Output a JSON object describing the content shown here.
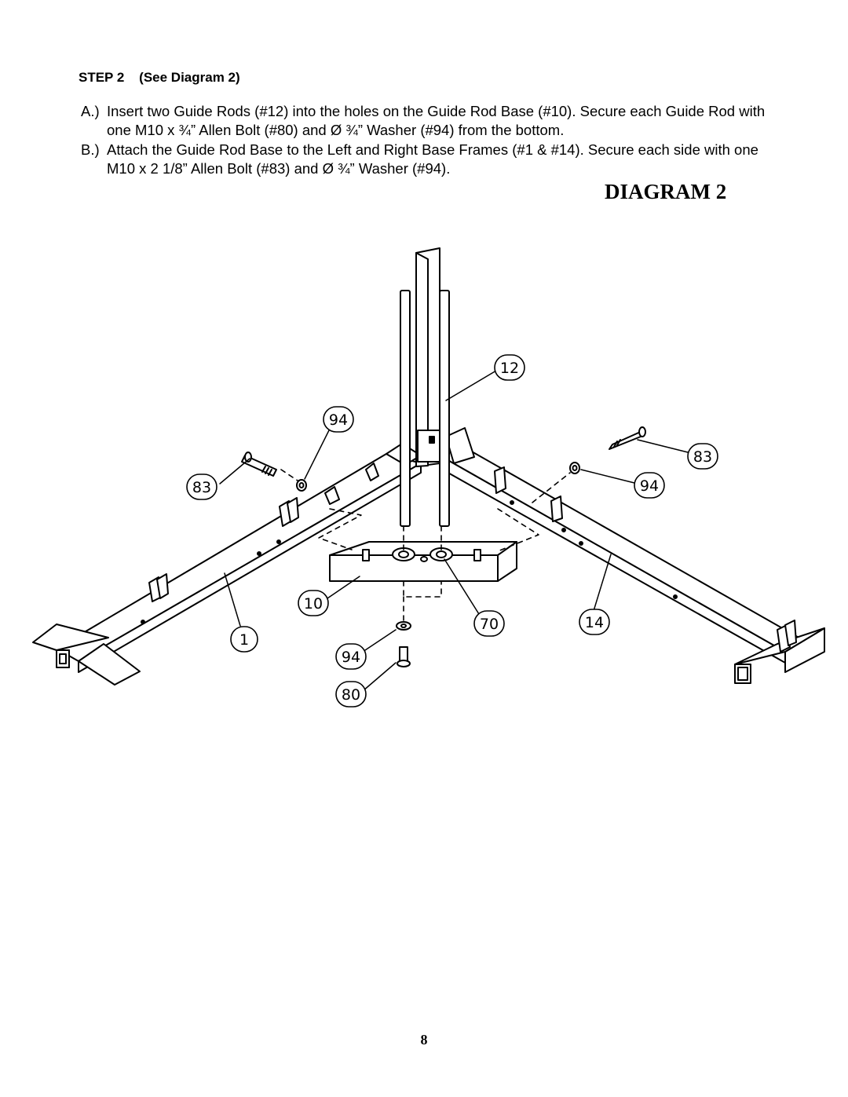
{
  "step": {
    "heading": "STEP 2    (See Diagram 2)"
  },
  "instructions": [
    {
      "letter": "A.)",
      "text": "Insert two Guide Rods (#12) into the holes on the Guide Rod Base (#10). Secure each Guide Rod with one M10 x ¾” Allen Bolt (#80) and Ø ¾” Washer (#94) from the bottom."
    },
    {
      "letter": "B.)",
      "text": "Attach the Guide Rod Base to the Left and Right Base Frames (#1 & #14). Secure each side with one M10 x 2 1/8” Allen Bolt (#83) and Ø ¾” Washer (#94)."
    }
  ],
  "diagram": {
    "title": "DIAGRAM 2",
    "callouts": {
      "guide_rod": "12",
      "washer_left": "94",
      "bolt_left": "83",
      "bolt_right": "83",
      "washer_right": "94",
      "guide_rod_base": "10",
      "spacer": "70",
      "right_base_frame": "14",
      "left_base_frame": "1",
      "washer_bottom": "94",
      "allen_bolt_bottom": "80"
    }
  },
  "page": {
    "number": "8"
  }
}
